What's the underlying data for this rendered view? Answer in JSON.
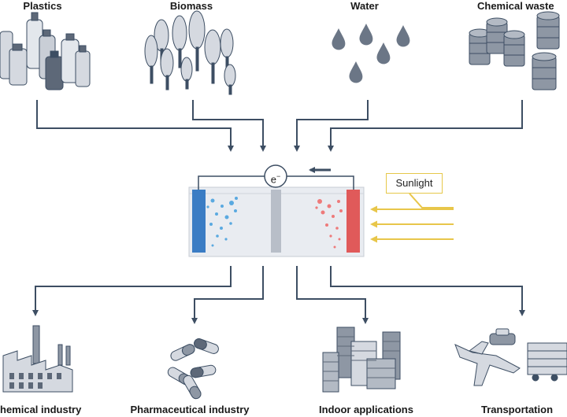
{
  "inputs": {
    "plastics": "Plastics",
    "biomass": "Biomass",
    "water": "Water",
    "chemical_waste": "Chemical waste"
  },
  "cell": {
    "electron": "e",
    "electron_charge": "−",
    "sunlight": "Sunlight"
  },
  "outputs": {
    "chemical_industry": "hemical industry",
    "pharmaceutical_industry": "Pharmaceutical industry",
    "indoor_applications": "Indoor applications",
    "transportation": "Transportation"
  },
  "colors": {
    "arrow": "#3d4e63",
    "icon_fill": "#d5d9e0",
    "icon_dark": "#5d6878",
    "cathode": "#3a7cc4",
    "photoanode": "#e05a5a",
    "membrane": "#b8bec8",
    "sunlight": "#e8c64a",
    "bubbles_blue": "#5aa9e0",
    "bubbles_red": "#ee7a7a"
  }
}
